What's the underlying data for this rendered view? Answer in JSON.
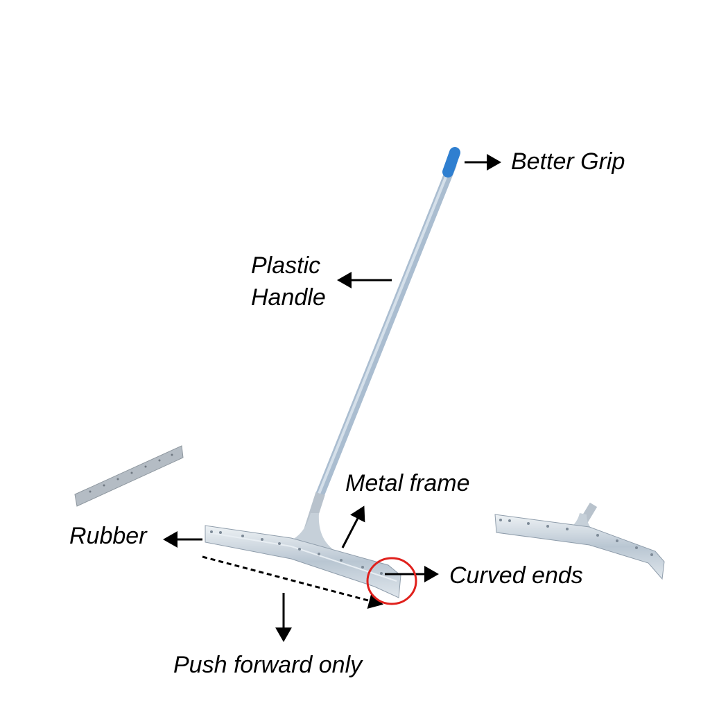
{
  "labels": {
    "grip": "Better Grip",
    "handle_line1": "Plastic",
    "handle_line2": "Handle",
    "frame": "Metal frame",
    "rubber": "Rubber",
    "curved": "Curved ends",
    "push": "Push forward only"
  },
  "colors": {
    "grip": "#2f7fd0",
    "handle": "#aabdd0",
    "metal": "#c9d3dc",
    "highlight_circle": "#e0201c",
    "arrow": "#000000"
  }
}
